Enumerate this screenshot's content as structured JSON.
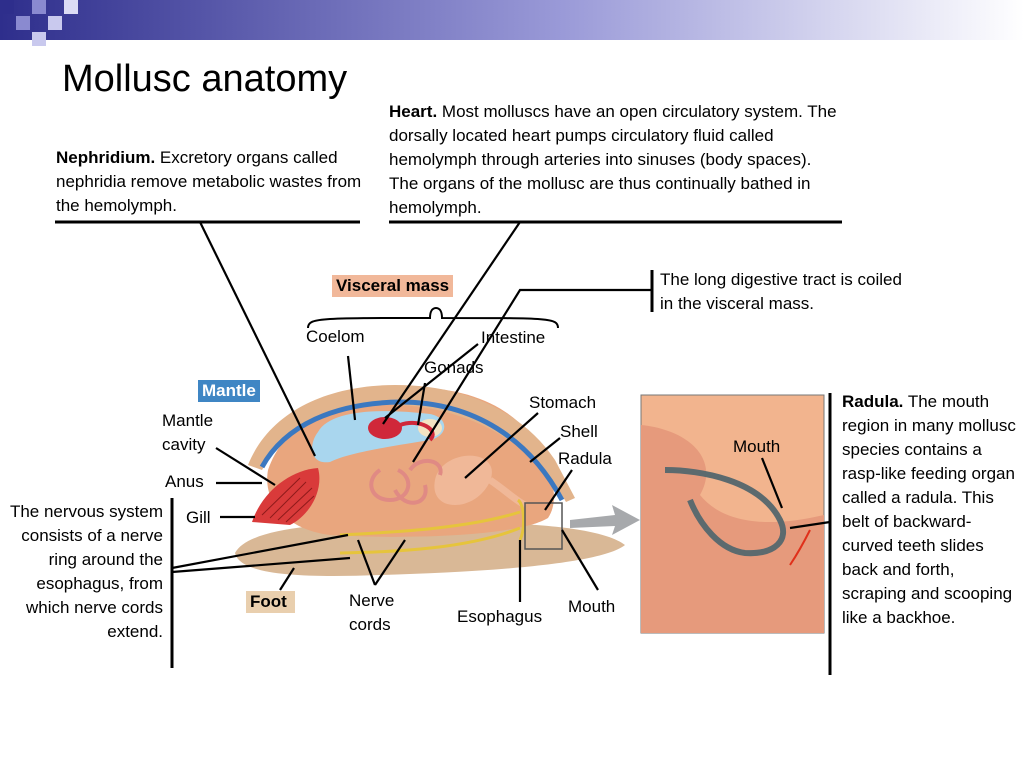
{
  "title": "Mollusc anatomy",
  "notes": {
    "nephridium": {
      "term": "Nephridium.",
      "text": " Excretory organs called nephridia remove metabolic wastes from the hemolymph."
    },
    "heart": {
      "term": "Heart.",
      "text": " Most molluscs have an open circulatory system. The dorsally located heart pumps circulatory fluid called hemolymph through arteries into sinuses (body spaces). The organs of the mollusc are thus continually bathed in hemolymph."
    },
    "digestive": {
      "text": "The long digestive tract is coiled in the visceral mass."
    },
    "radula": {
      "term": "Radula.",
      "text": " The mouth region in many mollusc species contains a rasp-like feeding organ called a radula. This belt of backward-curved teeth slides back and forth, scraping and scooping like a backhoe."
    },
    "nervous": {
      "text": "The nervous system consists of a nerve ring around the esophagus, from which nerve cords extend."
    }
  },
  "labels": {
    "visceral_mass": "Visceral mass",
    "coelom": "Coelom",
    "intestine": "Intestine",
    "gonads": "Gonads",
    "mantle": "Mantle",
    "mantle_cavity": "Mantle\ncavity",
    "stomach": "Stomach",
    "shell": "Shell",
    "radula": "Radula",
    "anus": "Anus",
    "gill": "Gill",
    "foot": "Foot",
    "nerve_cords": "Nerve\ncords",
    "esophagus": "Esophagus",
    "mouth": "Mouth",
    "inset_mouth": "Mouth"
  },
  "colors": {
    "title_bar": "#2e2e8c",
    "visceral_mass_tag": "#f1b89a",
    "mantle_tag": "#3f86c4",
    "foot_tag": "#e9cfae",
    "shell": "#e2b48c",
    "mantle_line": "#3b78c0",
    "body": "#e9a67e",
    "foot": "#d9b896",
    "coelom": "#a9d6ee",
    "heart": "#d0283a",
    "gill": "#d93a3a",
    "nerve": "#e6c43c",
    "inset_bg": "#f2b48e"
  }
}
